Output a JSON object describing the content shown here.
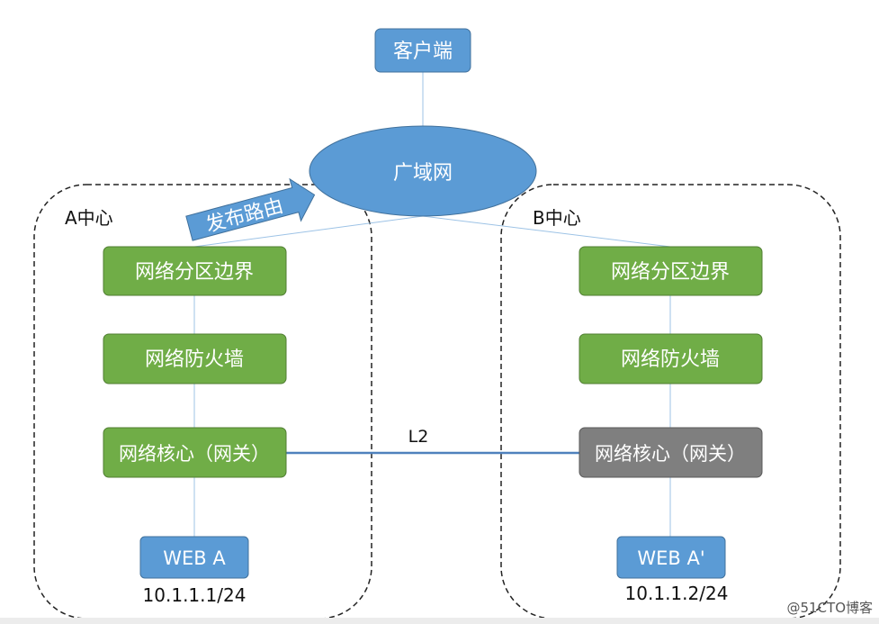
{
  "client": "客户端",
  "wan": "广域网",
  "publish_route": "发布路由",
  "link_label": "L2",
  "watermark": "@51CTO博客",
  "colors": {
    "blue": "#5b9bd5",
    "blue_border": "#41719c",
    "green": "#70ad47",
    "green_border": "#507e32",
    "gray": "#7f7f7f",
    "gray_border": "#595959",
    "connector": "#9dc3e6",
    "l2_line": "#4f81bd"
  },
  "center_a": {
    "title": "A中心",
    "boundary": "网络分区边界",
    "firewall": "网络防火墙",
    "core": "网络核心（网关）",
    "server": "WEB A",
    "ip": "10.1.1.1/24",
    "core_state": "active"
  },
  "center_b": {
    "title": "B中心",
    "boundary": "网络分区边界",
    "firewall": "网络防火墙",
    "core": "网络核心（网关）",
    "server": "WEB A'",
    "ip": "10.1.1.2/24",
    "core_state": "standby"
  }
}
